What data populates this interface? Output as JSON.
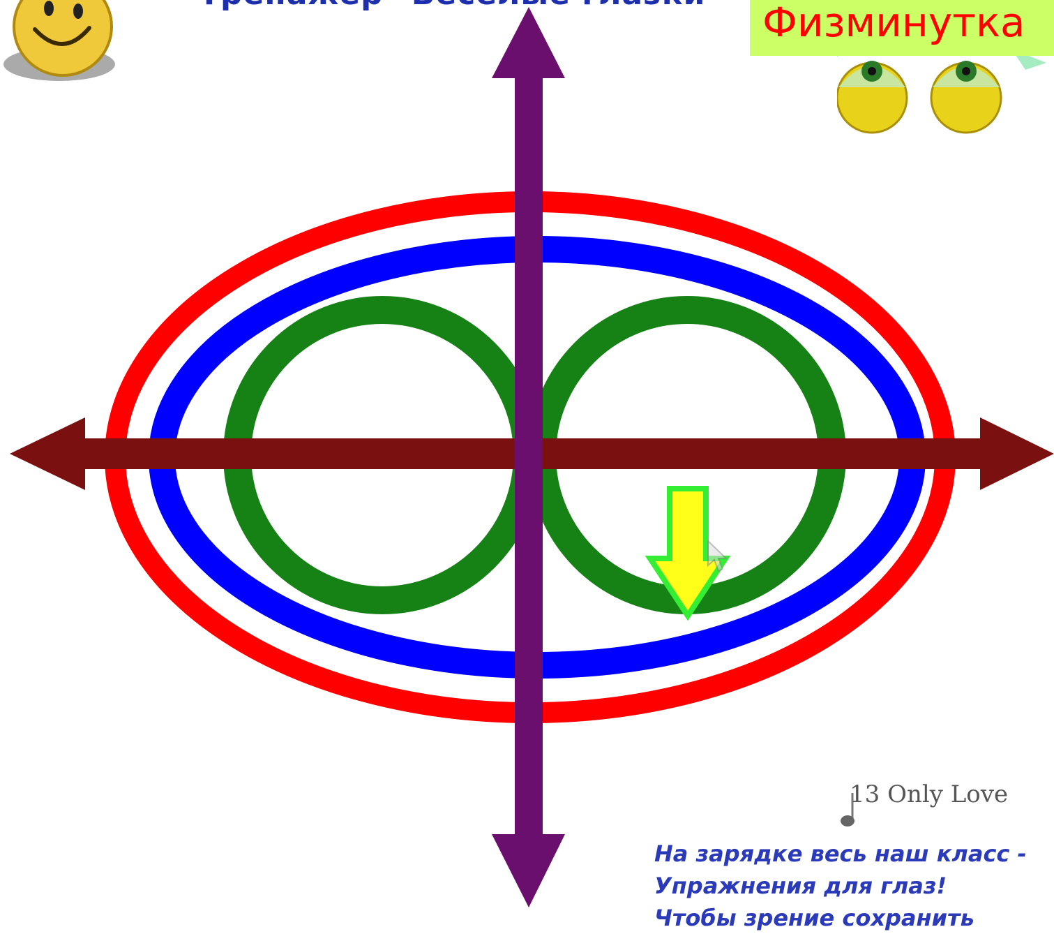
{
  "header": {
    "title_fragment": "Тренажер \"Веселые глазки\"",
    "badge_label": "Физминутка"
  },
  "footer": {
    "song_caption": "13 Only Love",
    "poem_lines": [
      "На зарядке весь наш класс -",
      "Упражнения для глаз!",
      "Чтобы зрение сохранить"
    ]
  },
  "colors": {
    "outer_ellipse": "#ff0000",
    "inner_ellipse": "#0000ff",
    "loops": "#168216",
    "vertical_arrow": "#6a0f6e",
    "horizontal_arrow": "#7a1010",
    "pointer_fill": "#ffff1a",
    "pointer_border": "#33ee33",
    "badge_bg": "#ccff66",
    "badge_text": "#ff0000"
  },
  "icons": [
    "smiley-face-icon",
    "cartoon-eyes-icon",
    "pointer-arrow-icon",
    "mouse-cursor-icon",
    "music-note-icon"
  ]
}
